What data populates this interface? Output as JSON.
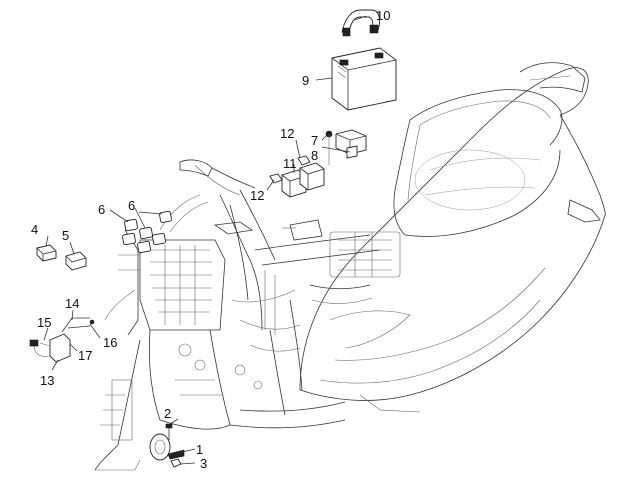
{
  "diagram": {
    "callouts": [
      {
        "id": "c1",
        "label": "1"
      },
      {
        "id": "c2",
        "label": "2"
      },
      {
        "id": "c3",
        "label": "3"
      },
      {
        "id": "c4",
        "label": "4"
      },
      {
        "id": "c5",
        "label": "5"
      },
      {
        "id": "c6a",
        "label": "6"
      },
      {
        "id": "c6b",
        "label": "6"
      },
      {
        "id": "c7",
        "label": "7"
      },
      {
        "id": "c8",
        "label": "8"
      },
      {
        "id": "c9",
        "label": "9"
      },
      {
        "id": "c10",
        "label": "10"
      },
      {
        "id": "c11",
        "label": "11"
      },
      {
        "id": "c12a",
        "label": "12"
      },
      {
        "id": "c12b",
        "label": "12"
      },
      {
        "id": "c13",
        "label": "13"
      },
      {
        "id": "c14",
        "label": "14"
      },
      {
        "id": "c15",
        "label": "15"
      },
      {
        "id": "c16",
        "label": "16"
      },
      {
        "id": "c17",
        "label": "17"
      }
    ]
  }
}
